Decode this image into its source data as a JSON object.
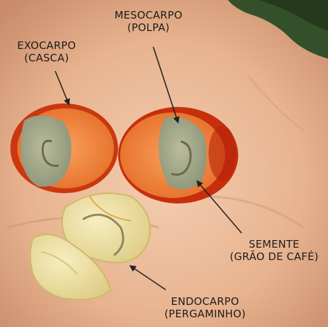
{
  "labels": {
    "mesocarpo": {
      "line1": "MESOCARPO",
      "line2": "(POLPA)"
    },
    "exocarpo": {
      "line1": "EXOCARPO",
      "line2": "(CASCA)"
    },
    "semente": {
      "line1": "SEMENTE",
      "line2": "(GRÃO DE CAFÉ)"
    },
    "endocarpo": {
      "line1": "ENDOCARPO",
      "line2": "(PERGAMINHO)"
    }
  },
  "colors": {
    "skin": "#e9b896",
    "exocarp": "#d53d12",
    "mesocarp": "#f08a3c",
    "seed": "#a5a88a",
    "endocarp": "#efe3a4",
    "foliage": "#2f4a22",
    "label_text": "#1c1c1c"
  }
}
